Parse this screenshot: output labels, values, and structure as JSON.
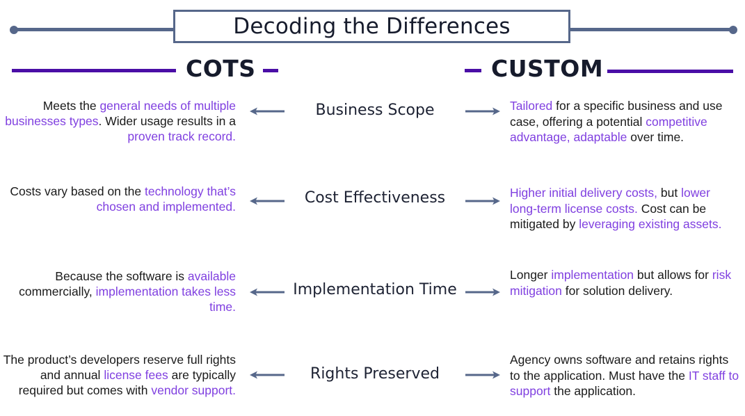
{
  "title": "Decoding the Differences",
  "headings": {
    "left": "COTS",
    "right": "CUSTOM"
  },
  "colors": {
    "connector": "#56678a",
    "accent_line": "#4a0ea6",
    "highlight_text": "#8040e0",
    "body_text": "#1a1a1a",
    "heading_text": "#161b2c"
  },
  "icons": {
    "left_arrow": "arrow-left-icon",
    "right_arrow": "arrow-right-icon",
    "endpoint": "dot-icon"
  },
  "rows": [
    {
      "label": "Business Scope",
      "cots": [
        {
          "t": "Meets the ",
          "h": false
        },
        {
          "t": "general needs of multiple businesses types",
          "h": true
        },
        {
          "t": ". Wider usage results in a ",
          "h": false
        },
        {
          "t": "proven track record.",
          "h": true
        }
      ],
      "custom": [
        {
          "t": "Tailored",
          "h": true
        },
        {
          "t": " for a specific business and use case, offering a potential ",
          "h": false
        },
        {
          "t": "competitive advantage, adaptable",
          "h": true
        },
        {
          "t": " over time.",
          "h": false
        }
      ]
    },
    {
      "label": "Cost Effectiveness",
      "cots": [
        {
          "t": "Costs vary based on the ",
          "h": false
        },
        {
          "t": "technology that’s chosen and implemented.",
          "h": true
        }
      ],
      "custom": [
        {
          "t": "Higher initial delivery costs,",
          "h": true
        },
        {
          "t": " but ",
          "h": false
        },
        {
          "t": "lower long-term license costs.",
          "h": true
        },
        {
          "t": " Cost can be mitigated by ",
          "h": false
        },
        {
          "t": "leveraging existing assets.",
          "h": true
        }
      ]
    },
    {
      "label": "Implementation Time",
      "cots": [
        {
          "t": "Because the software is ",
          "h": false
        },
        {
          "t": "available",
          "h": true
        },
        {
          "t": " commercially, ",
          "h": false
        },
        {
          "t": "implementation takes less time.",
          "h": true
        }
      ],
      "custom": [
        {
          "t": "Longer ",
          "h": false
        },
        {
          "t": "implementation",
          "h": true
        },
        {
          "t": " but allows for ",
          "h": false
        },
        {
          "t": "risk mitigation",
          "h": true
        },
        {
          "t": " for solution delivery.",
          "h": false
        }
      ]
    },
    {
      "label": "Rights Preserved",
      "cots": [
        {
          "t": "The product’s developers reserve full rights and annual ",
          "h": false
        },
        {
          "t": "license fees",
          "h": true
        },
        {
          "t": " are typically required but comes with ",
          "h": false
        },
        {
          "t": "vendor support.",
          "h": true
        }
      ],
      "custom": [
        {
          "t": "Agency owns software and retains rights to the application.  Must have the ",
          "h": false
        },
        {
          "t": "IT staff to support",
          "h": true
        },
        {
          "t": " the application.",
          "h": false
        }
      ]
    }
  ]
}
